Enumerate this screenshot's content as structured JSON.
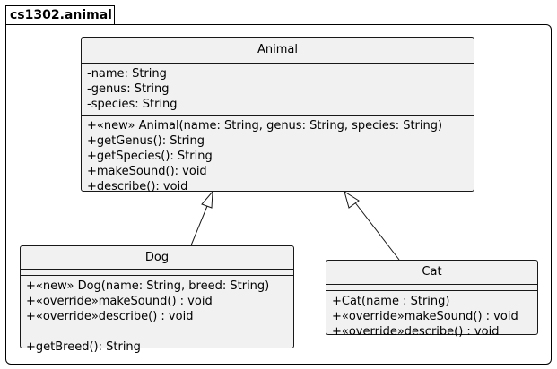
{
  "package": {
    "name": "cs1302.animal"
  },
  "classes": {
    "animal": {
      "name": "Animal",
      "attributes": [
        "-name: String",
        "-genus: String",
        "-species: String"
      ],
      "methods": [
        "+«new» Animal(name: String, genus: String, species: String)",
        "+getGenus(): String",
        "+getSpecies(): String",
        "+makeSound(): void",
        "+describe(): void"
      ]
    },
    "dog": {
      "name": "Dog",
      "methods": [
        "+«new» Dog(name: String, breed: String)",
        "+«override»makeSound() : void",
        "+«override»describe() : void",
        "",
        "+getBreed(): String"
      ]
    },
    "cat": {
      "name": "Cat",
      "methods": [
        "+Cat(name : String)",
        "+«override»makeSound() : void",
        "+«override»describe() : void"
      ]
    }
  },
  "relations": [
    {
      "type": "generalization",
      "from": "Dog",
      "to": "Animal"
    },
    {
      "type": "generalization",
      "from": "Cat",
      "to": "Animal"
    }
  ],
  "colors": {
    "class_fill": "#f1f1f1",
    "class_border": "#181818",
    "line": "#181818",
    "background": "#ffffff"
  }
}
